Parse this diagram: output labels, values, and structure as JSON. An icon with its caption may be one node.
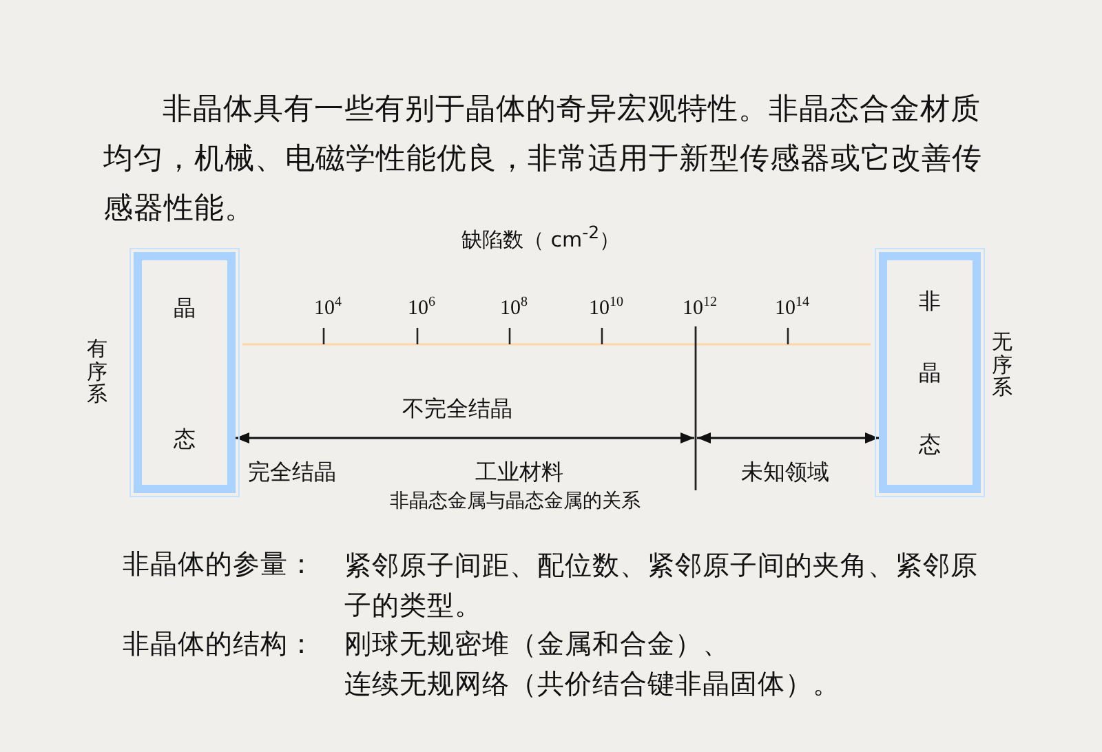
{
  "diagram": {
    "caption": "非晶态金属与晶态金属的关系",
    "nodes": [
      {
        "text": [
          "晶态"
        ],
        "beside": [
          "有序系"
        ]
      },
      {
        "text": [
          "非晶态"
        ],
        "beside": [
          "无序系"
        ]
      }
    ],
    "edges": [
      {
        "from": null,
        "to": 0,
        "arrow": "both"
      },
      {
        "from": null,
        "to": 1,
        "arrow": "both"
      }
    ],
    "labels": [
      "非晶体具有一些有别于晶体的奇异宏观特性。非晶态合金材质均匀，机械、电磁学性能优良，非常适用于新型传感器或它改善传感器性能。",
      "缺陷数（ cm$^{-2}$）",
      "10$^{4}$",
      "10$^{6}$",
      "10$^{8}$",
      "10$^{10}$",
      "10$^{12}$",
      "10$^{14}$",
      "不完全结晶",
      "完全结晶",
      "工业材料",
      "未知领域",
      "非晶体的参量：",
      "紧邻原子间距、配位数、紧邻原子间的夹角、紧邻原子的类型。",
      "非晶体的结构：",
      "刚球无规密堆（金属和合金）、",
      "连续无规网络（共价结合键非晶固体）。"
    ]
  }
}
